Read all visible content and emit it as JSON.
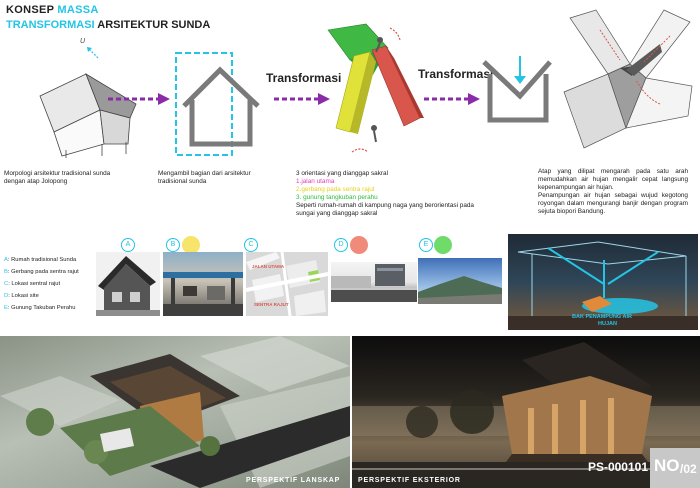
{
  "header": {
    "title_part1": "KONSEP",
    "title_part2": "MASSA",
    "subtitle_part1": "TRANSFORMASI",
    "subtitle_part2": "ARSITEKTUR SUNDA"
  },
  "diagram": {
    "north_label": "U",
    "transform_label_1": "Transformasi",
    "transform_label_2": "Transformasi"
  },
  "descriptions": {
    "d1": "Morpologi arsitektur tradisional sunda dengan atap Jolopong",
    "d2": "Mengambil bagian dari arsitektur tradisional sunda",
    "d3_intro": "3 orientasi yang dianggap sakral",
    "d3_item1": "1.jalan utama",
    "d3_item2": "2.gerbang pada sentra rajut",
    "d3_item3": "3. gunung tangkuban perahu",
    "d3_outro": "Seperti rumah-rumah di kampung naga yang berorientasi pada sungai yang dianggap sakral",
    "d4_p1": "Atap yang dilipat mengarah pada satu arah memudahkan air hujan mengalir cepat langsung kepenampungan air hujan.",
    "d4_p2": "Penampungan air hujan sebagai wujud kegotong royongan dalam mengurangi banjir dengan program sejuta biopori Bandung."
  },
  "legend": [
    {
      "key": "A",
      "text": ": Rumah tradisional Sunda"
    },
    {
      "key": "B",
      "text": ": Gerbang pada sentra rajut"
    },
    {
      "key": "C",
      "text": ": Lokasi sentral rajut"
    },
    {
      "key": "D",
      "text": ": Lokasi site"
    },
    {
      "key": "E",
      "text": ": Gunung Takuban Perahu"
    }
  ],
  "photo_markers": [
    "A",
    "B",
    "C",
    "D",
    "E"
  ],
  "marker_colors": {
    "B": "#f7e46a",
    "D": "#f08a7a",
    "E": "#6fdc6a"
  },
  "map_labels": {
    "main_street": "JALAN UTAMA",
    "rajut_center": "SENTRA RAJUT"
  },
  "section": {
    "label_line1": "BAK PENAMPUNG AIR",
    "label_line2": "HUJAN"
  },
  "renders": {
    "left_label": "PERSPEKTIF LANSKAP",
    "right_label": "PERSPEKTIF EKSTERIOR"
  },
  "footer": {
    "code": "PS-000101",
    "sheet_no": "NO",
    "sheet_total": "/02"
  },
  "colors": {
    "accent": "#23c4e6",
    "arrow": "#8a2ba8",
    "green": "#3fb944",
    "yellow": "#e0e23a",
    "red": "#d8564b"
  }
}
